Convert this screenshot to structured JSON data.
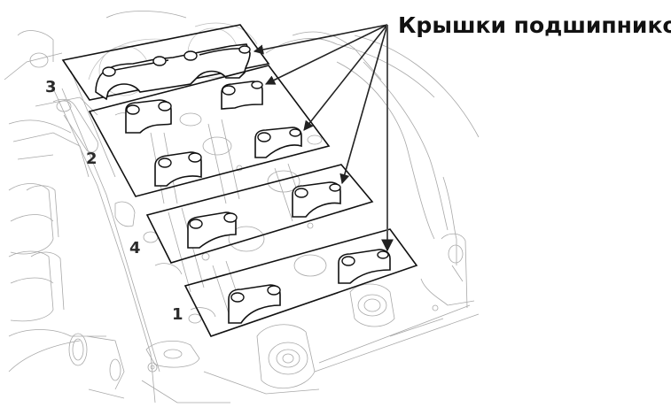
{
  "callout": {
    "title": "Крышки подшипников"
  },
  "part_numbers": {
    "n1": "1",
    "n2": "2",
    "n3": "3",
    "n4": "4"
  },
  "colors": {
    "line": "#111111",
    "background_line": "#a8a8a8",
    "background": "#ffffff"
  },
  "plates": [
    {
      "name": "front-bearing-cap-plate",
      "cap_count": 2
    },
    {
      "name": "bearing-cap-plate-2",
      "cap_count": 4
    },
    {
      "name": "bearing-cap-plate-3",
      "cap_count": 2
    },
    {
      "name": "bearing-cap-plate-4",
      "cap_count": 2
    }
  ]
}
